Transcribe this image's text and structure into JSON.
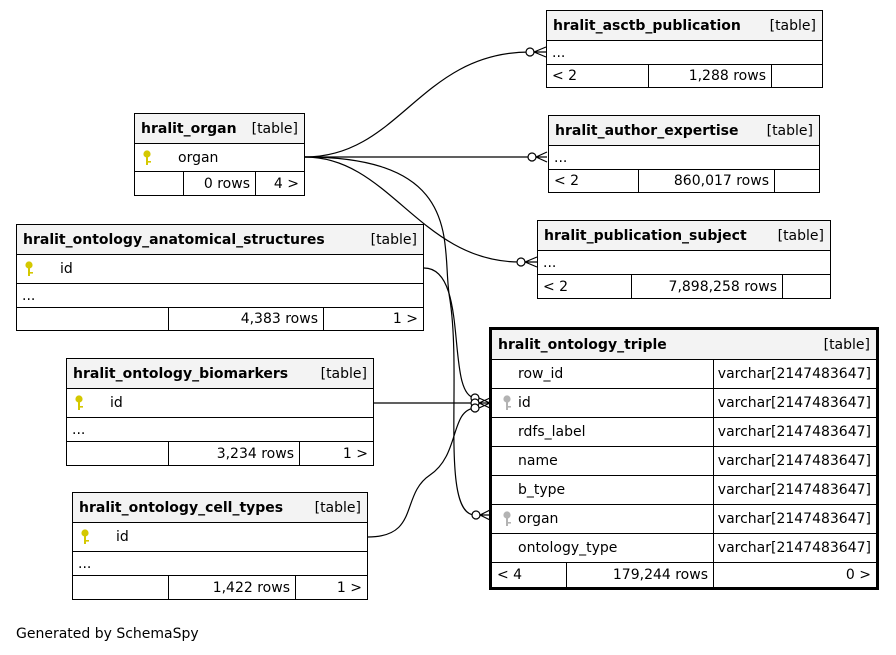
{
  "tables": {
    "asctb_publication": {
      "name": "hralit_asctb_publication",
      "type": "[table]",
      "ellipsis": "...",
      "parents": "< 2",
      "rows": "1,288 rows",
      "children": ""
    },
    "author_expertise": {
      "name": "hralit_author_expertise",
      "type": "[table]",
      "ellipsis": "...",
      "parents": "< 2",
      "rows": "860,017 rows",
      "children": ""
    },
    "publication_subject": {
      "name": "hralit_publication_subject",
      "type": "[table]",
      "ellipsis": "...",
      "parents": "< 2",
      "rows": "7,898,258 rows",
      "children": ""
    },
    "organ": {
      "name": "hralit_organ",
      "type": "[table]",
      "column": "organ",
      "parents": "",
      "rows": "0 rows",
      "children": "4 >"
    },
    "anatomical_structures": {
      "name": "hralit_ontology_anatomical_structures",
      "type": "[table]",
      "column": "id",
      "ellipsis": "...",
      "parents": "",
      "rows": "4,383 rows",
      "children": "1 >"
    },
    "biomarkers": {
      "name": "hralit_ontology_biomarkers",
      "type": "[table]",
      "column": "id",
      "ellipsis": "...",
      "parents": "",
      "rows": "3,234 rows",
      "children": "1 >"
    },
    "cell_types": {
      "name": "hralit_ontology_cell_types",
      "type": "[table]",
      "column": "id",
      "ellipsis": "...",
      "parents": "",
      "rows": "1,422 rows",
      "children": "1 >"
    },
    "ontology_triple": {
      "name": "hralit_ontology_triple",
      "type": "[table]",
      "columns": [
        {
          "name": "row_id",
          "type": "varchar[2147483647]"
        },
        {
          "name": "id",
          "type": "varchar[2147483647]"
        },
        {
          "name": "rdfs_label",
          "type": "varchar[2147483647]"
        },
        {
          "name": "name",
          "type": "varchar[2147483647]"
        },
        {
          "name": "b_type",
          "type": "varchar[2147483647]"
        },
        {
          "name": "organ",
          "type": "varchar[2147483647]"
        },
        {
          "name": "ontology_type",
          "type": "varchar[2147483647]"
        }
      ],
      "parents": "< 4",
      "rows": "179,244 rows",
      "children": "0 >"
    }
  },
  "footer": "Generated by SchemaSpy",
  "colors": {
    "primary_key": "#d4c800",
    "foreign_key": "#b3b3b3",
    "header_bg": "#f3f3f3"
  }
}
